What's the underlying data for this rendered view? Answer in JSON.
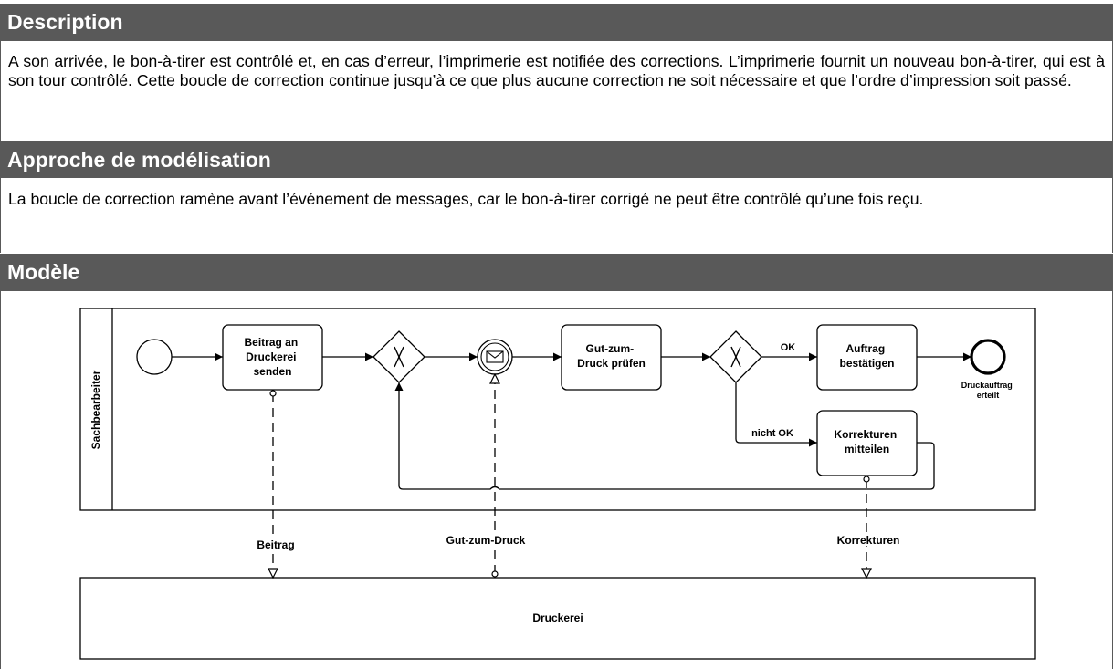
{
  "sections": {
    "description": {
      "title": "Description",
      "text": "A son arrivée, le bon-à-tirer est contrôlé et, en cas d’erreur, l’imprimerie est notifiée des corrections. L’imprimerie fournit un nouveau bon-à-tirer, qui est à son tour contrôlé. Cette boucle de correction continue jusqu’à ce que plus aucune correction ne soit nécessaire et que l’ordre d’impression soit passé."
    },
    "approach": {
      "title": "Approche de modélisation",
      "text": "La boucle de correction ramène avant l’événement de messages, car le bon-à-tirer corrigé ne peut être contrôlé qu’une fois reçu."
    },
    "model": {
      "title": "Modèle"
    }
  },
  "diagram": {
    "pool_lane_label": "Sachbearbeiter",
    "tasks": {
      "send": [
        "Beitrag an",
        "Druckerei",
        "senden"
      ],
      "check": [
        "Gut-zum-",
        "Druck prüfen"
      ],
      "confirm": [
        "Auftrag",
        "bestätigen"
      ],
      "corrections": [
        "Korrekturen",
        "mitteilen"
      ]
    },
    "end_event_label": [
      "Druckauftrag",
      "erteilt"
    ],
    "flow_labels": {
      "ok": "OK",
      "not_ok": "nicht OK"
    },
    "messages": {
      "beitrag": "Beitrag",
      "gut_zum_druck": "Gut-zum-Druck",
      "korrekturen": "Korrekturen"
    },
    "external_pool": "Druckerei"
  }
}
